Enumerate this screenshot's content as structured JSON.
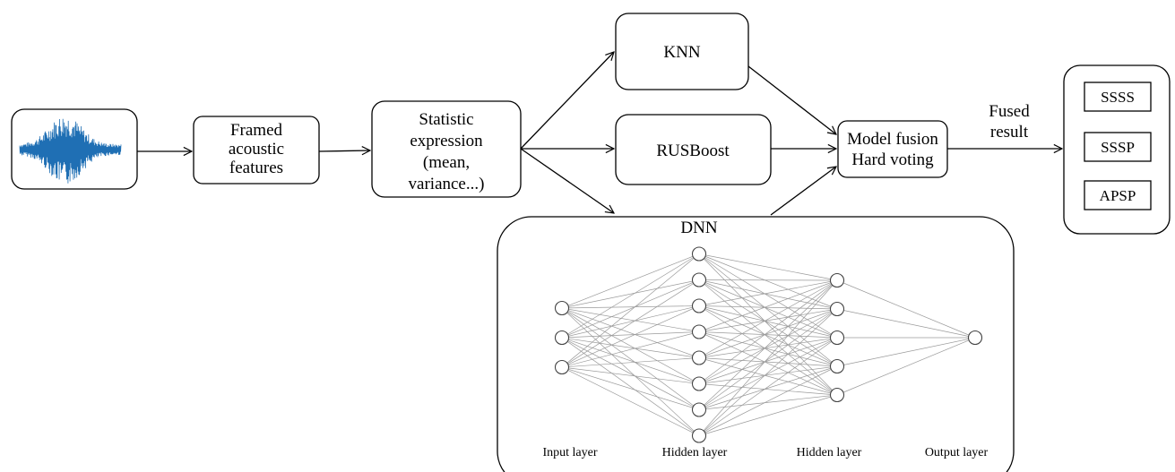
{
  "nodes": {
    "framed": [
      "Framed",
      "acoustic",
      "features"
    ],
    "statistic": [
      "Statistic",
      "expression",
      "(mean,",
      "variance...)"
    ],
    "knn": "KNN",
    "rusboost": "RUSBoost",
    "fusion": [
      "Model fusion",
      "Hard voting"
    ],
    "fused_result": [
      "Fused",
      "result"
    ],
    "dnn": "DNN"
  },
  "outputs": [
    "SSSS",
    "SSSP",
    "APSP"
  ],
  "network": {
    "layer_sizes": [
      3,
      8,
      5,
      1
    ],
    "layer_labels": [
      "Input layer",
      "Hidden layer",
      "Hidden layer",
      "Output layer"
    ]
  },
  "colors": {
    "waveform": "#1f6fb4",
    "stroke": "#000000",
    "connection": "#9a9a9a"
  }
}
